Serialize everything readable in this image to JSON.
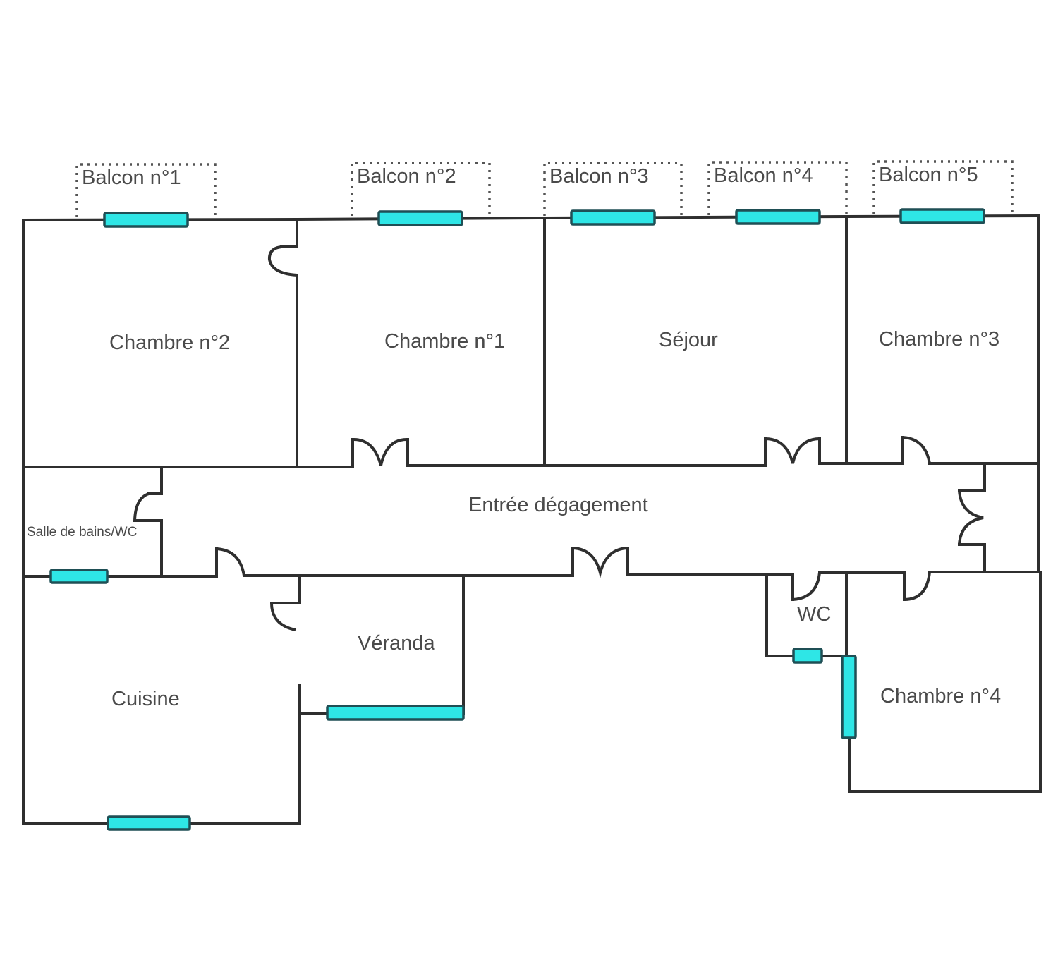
{
  "plan": {
    "colors": {
      "wall": "#2f2f2f",
      "window_fill": "#2ee6e6",
      "window_stroke": "#1f4f55",
      "label": "#4a4a4a",
      "background": "#ffffff"
    },
    "balconies": [
      {
        "label": "Balcon n°1"
      },
      {
        "label": "Balcon n°2"
      },
      {
        "label": "Balcon n°3"
      },
      {
        "label": "Balcon n°4"
      },
      {
        "label": "Balcon n°5"
      }
    ],
    "rooms": {
      "chambre2": "Chambre n°2",
      "chambre1": "Chambre n°1",
      "sejour": "Séjour",
      "chambre3": "Chambre n°3",
      "entree": "Entrée dégagement",
      "sdb": "Salle de bains/WC",
      "cuisine": "Cuisine",
      "veranda": "Véranda",
      "wc": "WC",
      "chambre4": "Chambre n°4"
    }
  }
}
